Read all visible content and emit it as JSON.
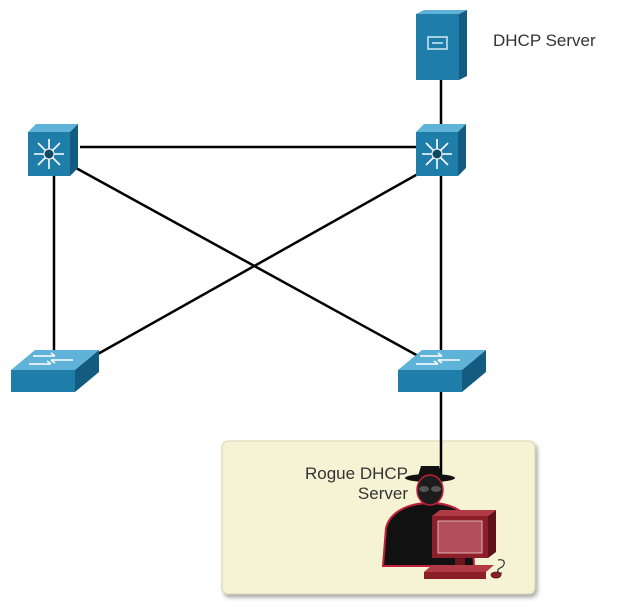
{
  "diagram": {
    "server_label": "DHCP Server",
    "rogue_label_line1": "Rogue DHCP",
    "rogue_label_line2": "Server"
  },
  "colors": {
    "device_face": "#1f7ea9",
    "device_top": "#5fb3d8",
    "device_side": "#135c80",
    "link": "#000000",
    "rogue_box_fill": "#f5f3d4",
    "rogue_pc": "#8b1f2a"
  },
  "icons": [
    "dhcp-server-icon",
    "multilayer-switch-icon",
    "access-switch-icon",
    "hacker-icon",
    "rogue-pc-icon"
  ]
}
